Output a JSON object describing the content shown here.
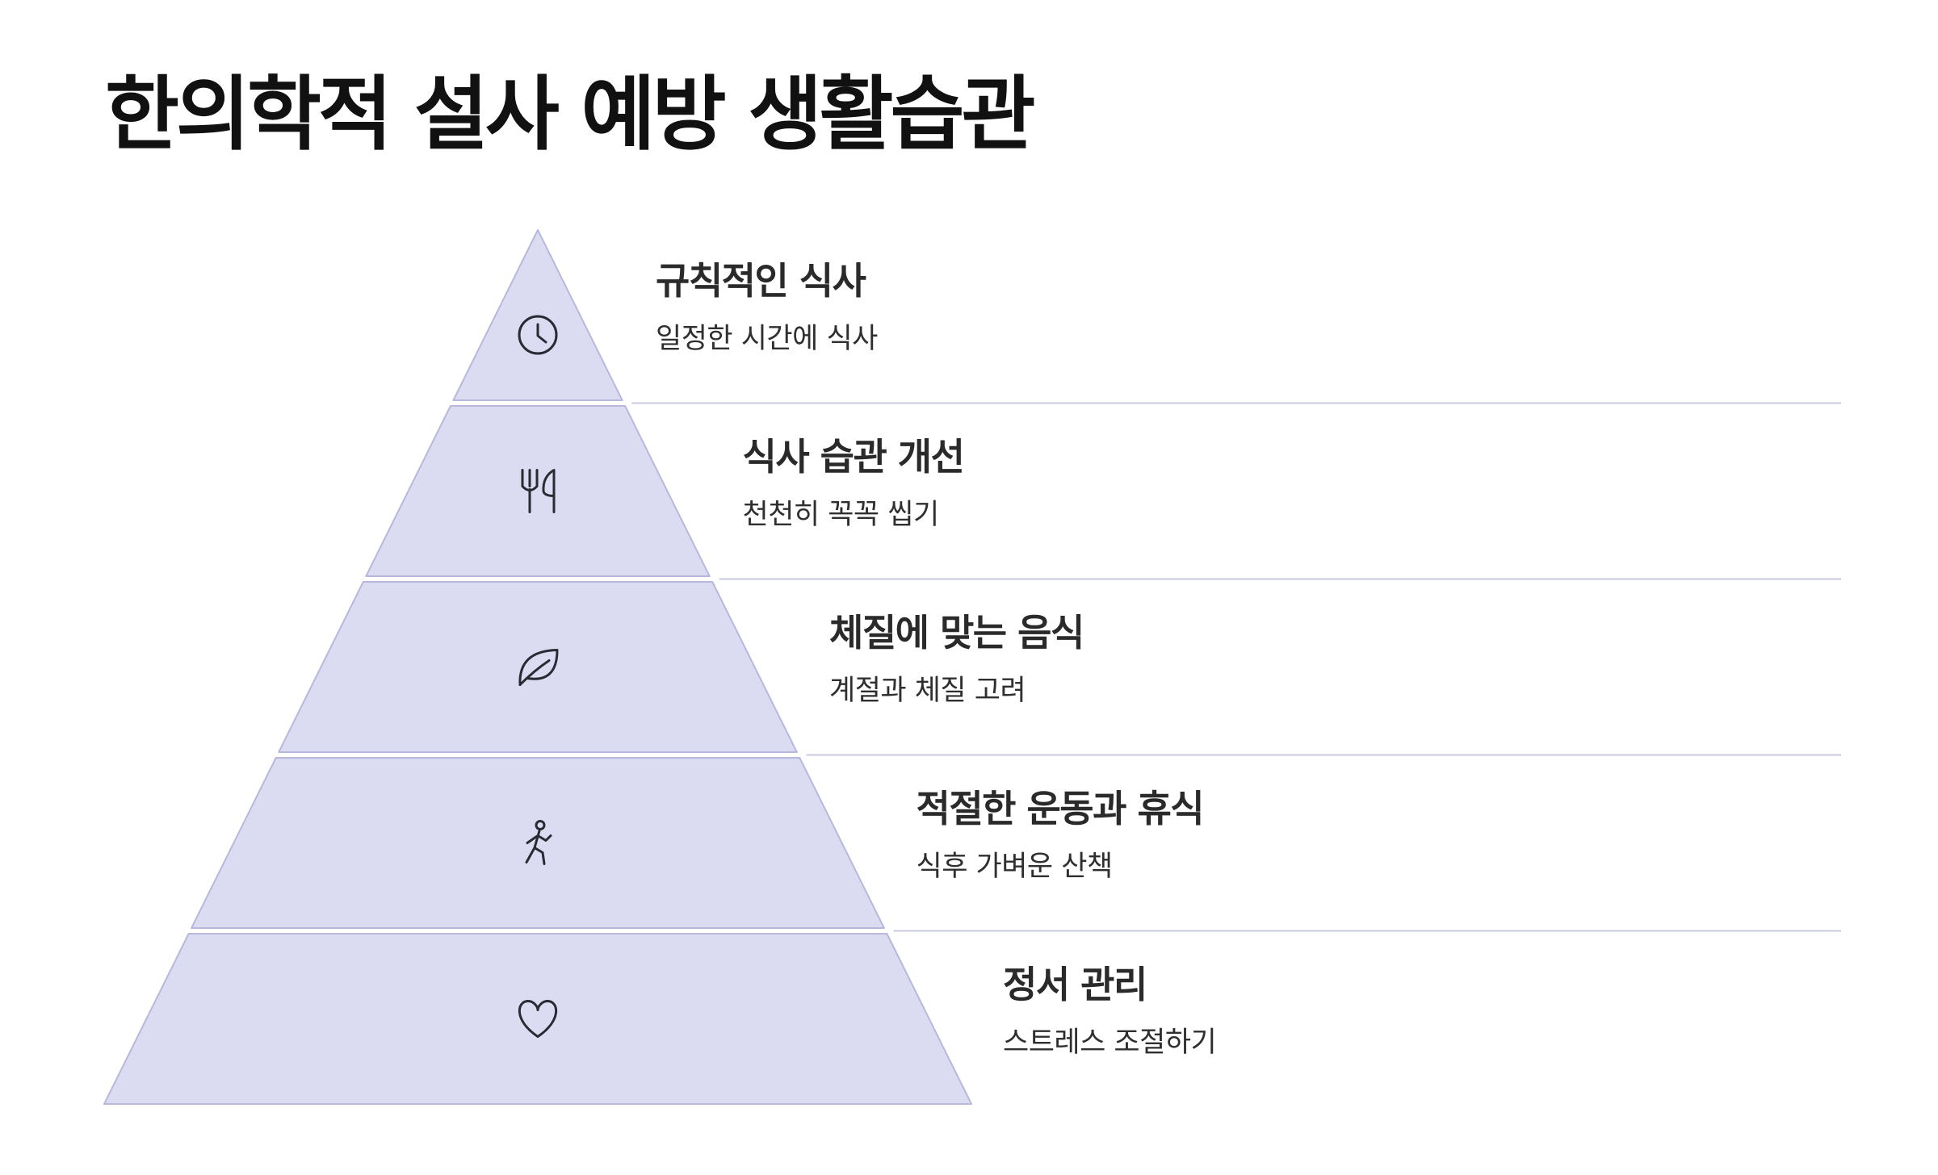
{
  "title": "한의학적 설사 예방 생활습관",
  "colors": {
    "fill": "#dbdcf1",
    "stroke": "#b7b8dc",
    "divider": "#c9cadf",
    "icon": "#2a2a33"
  },
  "levels": [
    {
      "title": "규칙적인 식사",
      "description": "일정한 시간에 식사",
      "icon": "clock-icon"
    },
    {
      "title": "식사 습관 개선",
      "description": "천천히 꼭꼭 씹기",
      "icon": "utensils-icon"
    },
    {
      "title": "체질에 맞는 음식",
      "description": "계절과 체질 고려",
      "icon": "leaf-icon"
    },
    {
      "title": "적절한 운동과 휴식",
      "description": "식후 가벼운 산책",
      "icon": "walking-person-icon"
    },
    {
      "title": "정서 관리",
      "description": "스트레스 조절하기",
      "icon": "heart-icon"
    }
  ]
}
